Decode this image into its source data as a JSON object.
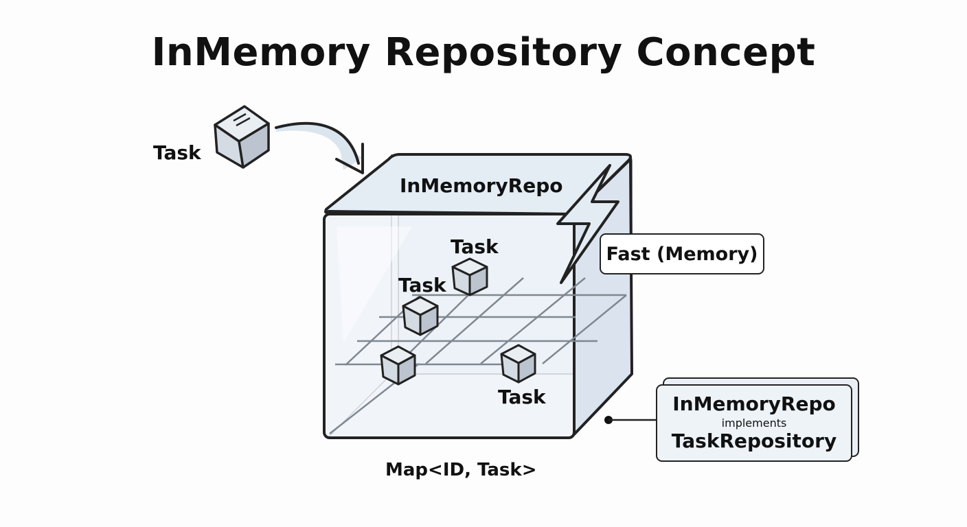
{
  "title": "InMemory Repository Concept",
  "incoming_task_label": "Task",
  "repo_label": "InMemoryRepo",
  "stored_task_labels": [
    "Task",
    "Task",
    "Task"
  ],
  "speed_badge": "Fast (Memory)",
  "map_label": "Map<ID, Task>",
  "interface_card": {
    "line1": "InMemoryRepo",
    "line2": "implements",
    "line3": "TaskRepository"
  },
  "colors": {
    "stroke": "#222222",
    "glass_fill": "#e6eef6",
    "cube_front": "#d4dbe3",
    "cube_top": "#e9eef3",
    "cube_side": "#bcc5cf",
    "lightning": "#e3ebf3"
  },
  "icons": [
    "cube-icon",
    "curved-arrow-icon",
    "lightning-icon",
    "grid-icon",
    "connector-dot-icon"
  ]
}
